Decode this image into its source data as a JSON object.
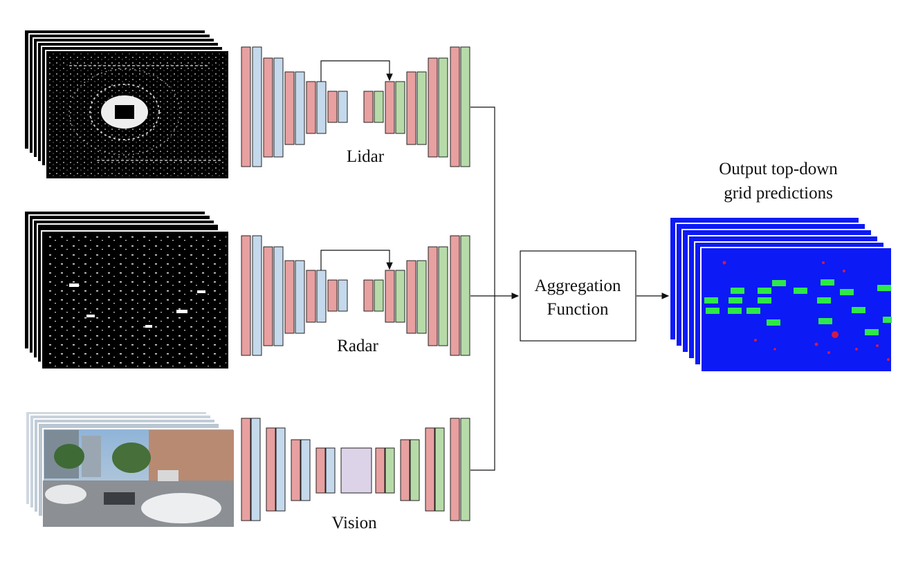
{
  "labels": {
    "lidar": "Lidar",
    "radar": "Radar",
    "vision": "Vision",
    "aggregation_line1": "Aggregation",
    "aggregation_line2": "Function",
    "output_line1": "Output top-down",
    "output_line2": "grid predictions"
  },
  "colors": {
    "encoder_red": "#e8a0a0",
    "encoder_blue": "#c5d9ec",
    "decoder_green": "#b7dba8",
    "bottleneck_lavender": "#ddd3e8",
    "output_blue": "#0c1af5",
    "output_green": "#2ee84a",
    "output_red": "#d01a4a"
  }
}
